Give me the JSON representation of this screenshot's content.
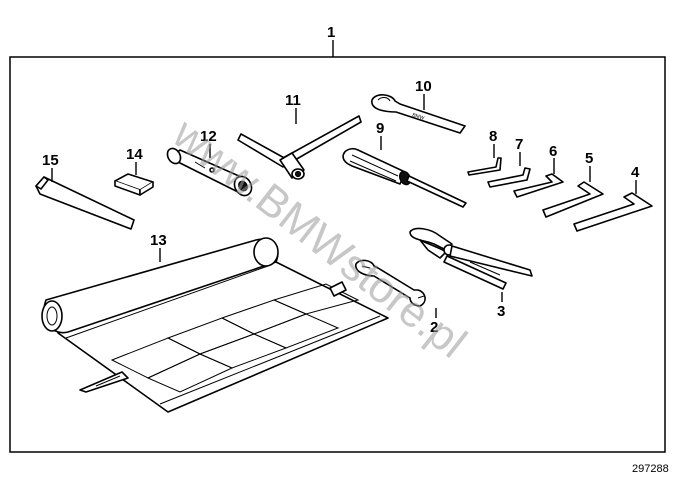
{
  "diagram": {
    "callouts": {
      "c1": "1",
      "c2": "2",
      "c3": "3",
      "c4": "4",
      "c5": "5",
      "c6": "6",
      "c7": "7",
      "c8": "8",
      "c9": "9",
      "c10": "10",
      "c11": "11",
      "c12": "12",
      "c13": "13",
      "c14": "14",
      "c15": "15"
    },
    "watermark": "www.BMWstore.pl",
    "reference_number": "297288"
  }
}
